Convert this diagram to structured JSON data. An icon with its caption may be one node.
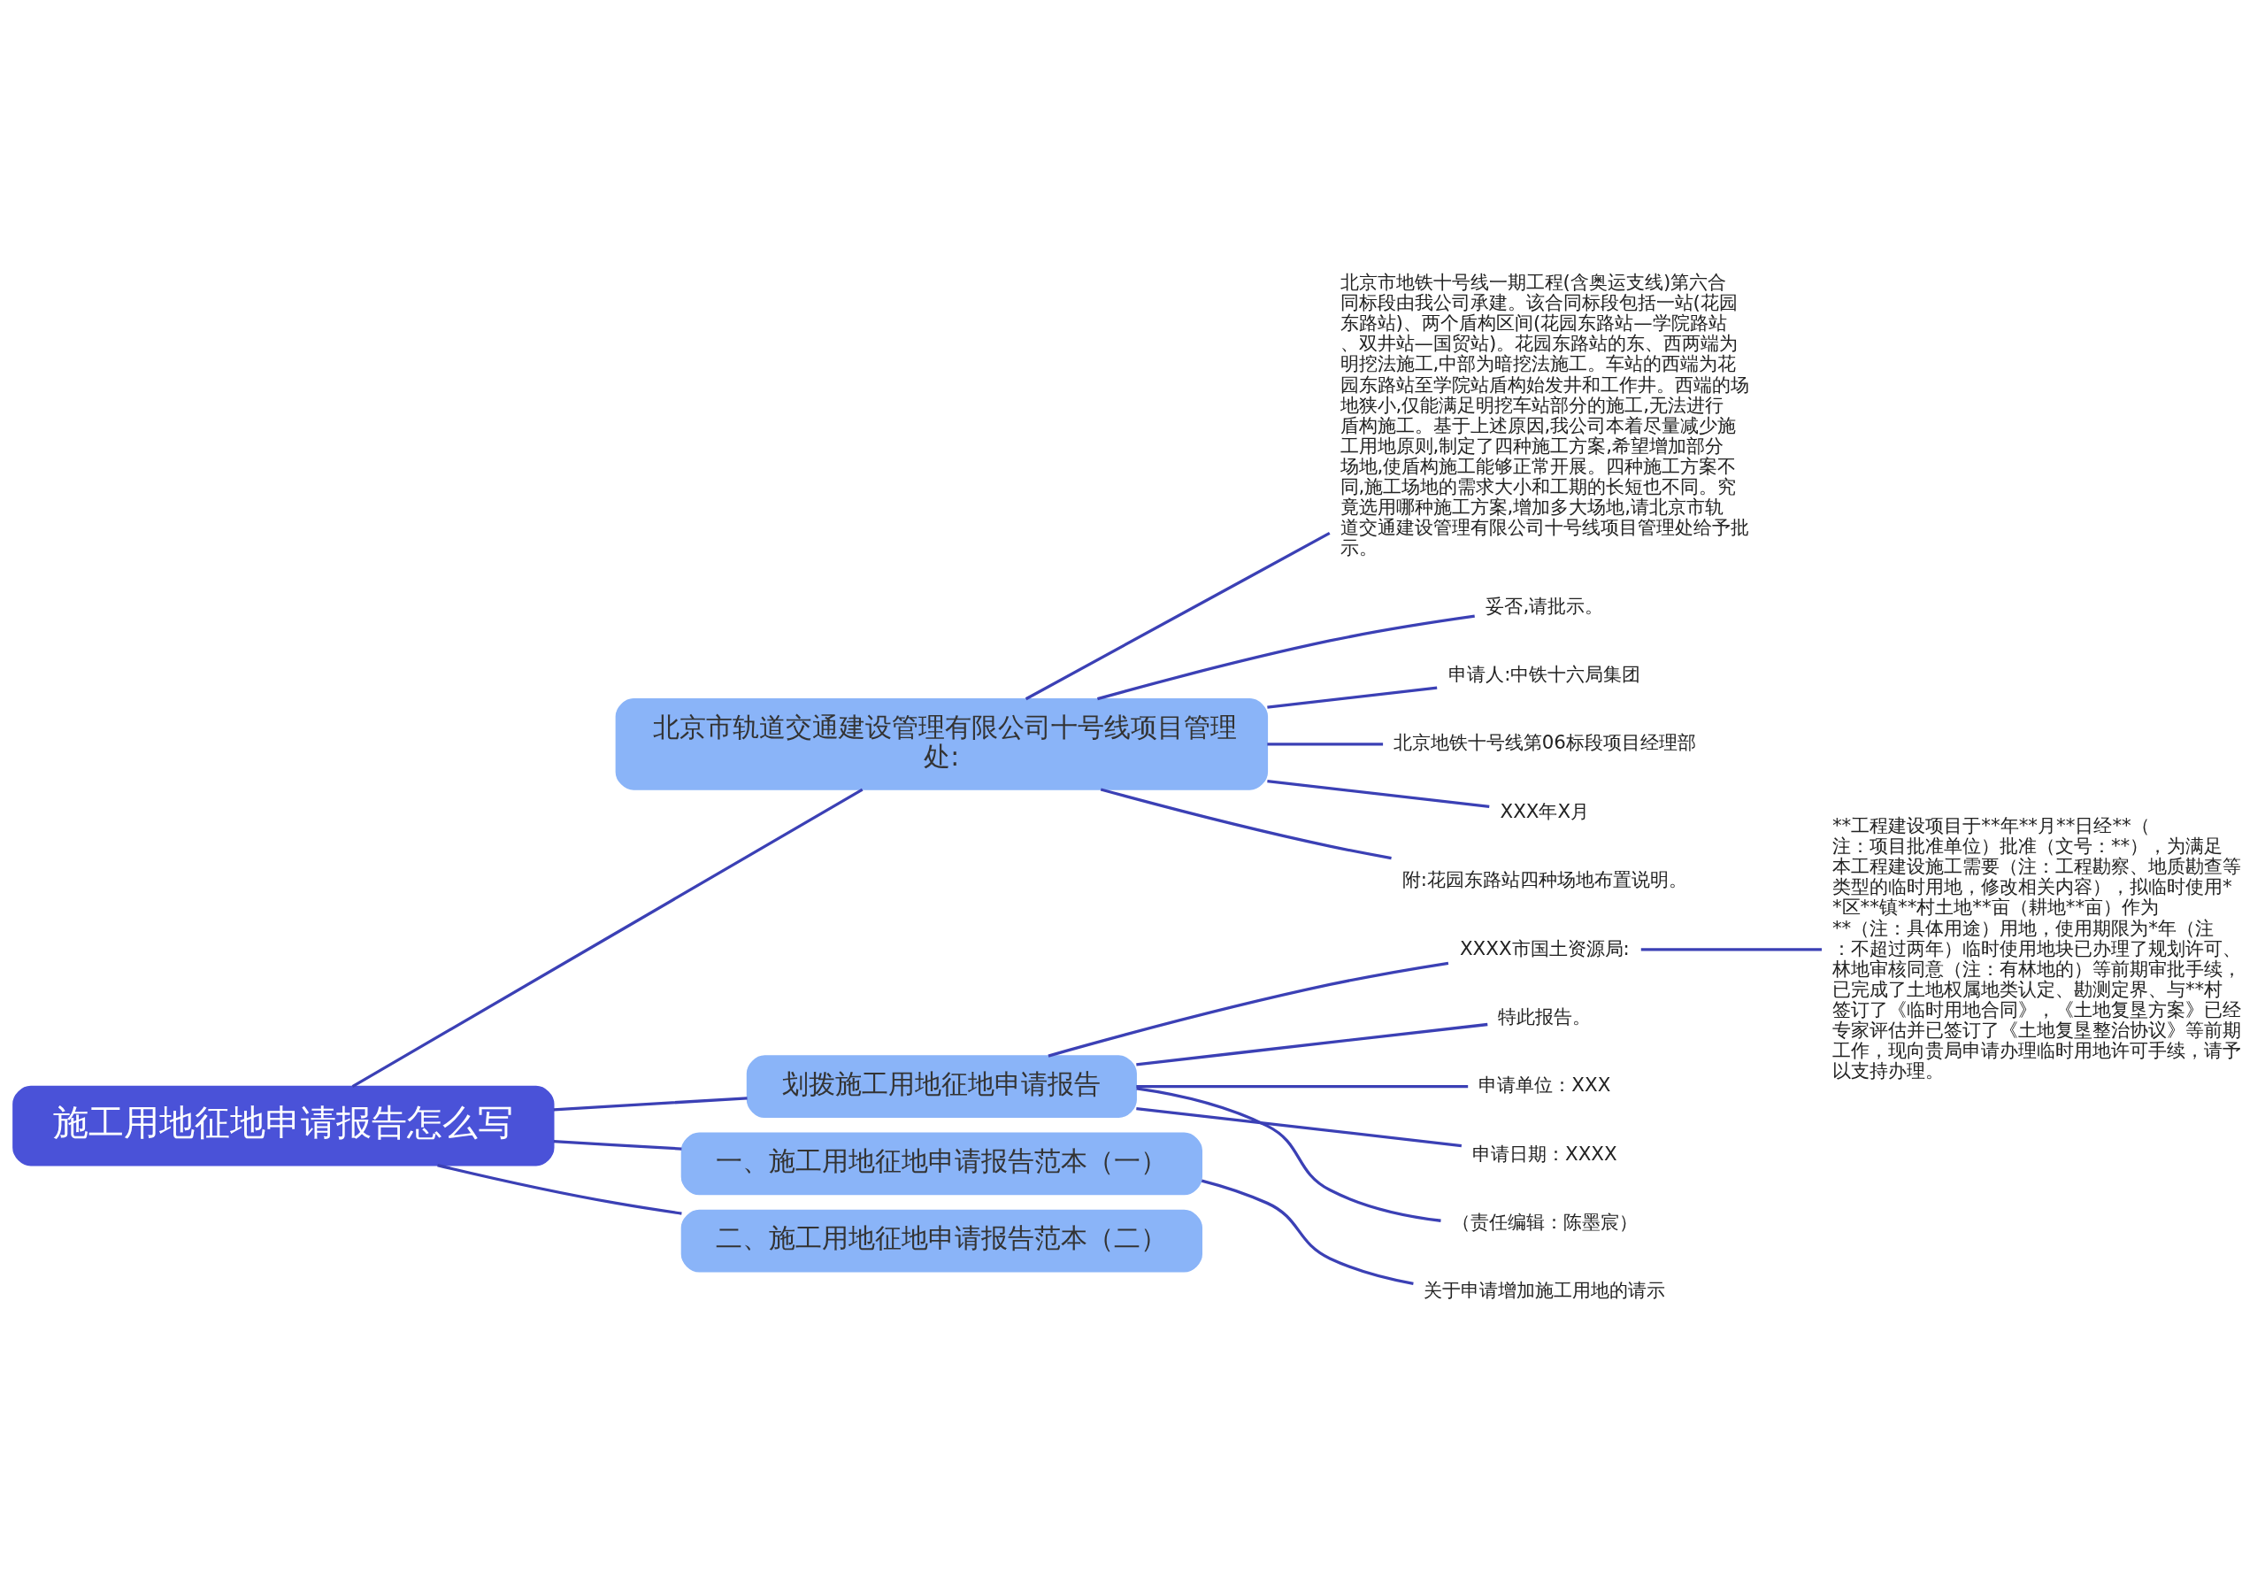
{
  "diagram": {
    "nodes": [
      {
        "text": [
          "施工用地征地申请报告怎么写"
        ]
      },
      {
        "text": [
          "北京市轨道交通建设管理有限公司十号线项目管理处:"
        ]
      },
      {
        "text": [
          "北京市地铁十号线一期工程(含奥运支线)第六合同标段由我公司承建。该合同标段包括一站(花园东路站)、两个盾构区间(花园东路站—学院路站、双井站—国贸站)。花园东路站的东、西两端为明挖法施工,中部为暗挖法施工。车站的西端为花园东路站至学院站盾构始发井和工作井。西端的场地狭小,仅能满足明挖车站部分的施工,无法进行盾构施工。基于上述原因,我公司本着尽量减少施工用地原则,制定了四种施工方案,希望增加部分场地,使盾构施工能够正常开展。四种施工方案不同,施工场地的需求大小和工期的长短也不同。究竟选用哪种施工方案,增加多大场地,请北京市轨道交通建设管理有限公司十号线项目管理处给予批示。"
        ]
      },
      {
        "text": [
          "妥否,请批示。"
        ]
      },
      {
        "text": [
          "申请人:中铁十六局集团"
        ]
      },
      {
        "text": [
          "北京地铁十号线第06标段项目经理部"
        ]
      },
      {
        "text": [
          "XXX年X月"
        ]
      },
      {
        "text": [
          "附:花园东路站四种场地布置说明。"
        ]
      },
      {
        "text": [
          "划拨施工用地征地申请报告"
        ]
      },
      {
        "text": [
          "XXXX市国土资源局:"
        ]
      },
      {
        "text": [
          "**工程建设项目于**年**月**日经**（注：项目批准单位）批准（文号：**），为满足本工程建设施工需要（注：工程勘察、地质勘查等类型的临时用地，修改相关内容），拟临时使用**区**镇**村土地**亩（耕地**亩）作为**（注：具体用途）用地，使用期限为*年（注：不超过两年）临时使用地块已办理了规划许可、林地审核同意（注：有林地的）等前期审批手续，已完成了土地权属地类认定、勘测定界、与**村签订了《临时用地合同》，《土地复垦方案》已经专家评估并已签订了《土地复垦整治协议》等前期工作，现向贵局申请办理临时用地许可手续，请予以支持办理。"
        ]
      },
      {
        "text": [
          "特此报告。"
        ]
      },
      {
        "text": [
          "申请单位：XXX"
        ]
      },
      {
        "text": [
          "申请日期：XXXX"
        ]
      },
      {
        "text": [
          "（责任编辑：陈墨宸）"
        ]
      },
      {
        "text": [
          "一、施工用地征地申请报告范本（一）"
        ]
      },
      {
        "text": [
          "关于申请增加施工用地的请示"
        ]
      },
      {
        "text": [
          "二、施工用地征地申请报告范本（二）"
        ]
      }
    ],
    "edges": [
      {
        "from": 0,
        "to": 1,
        "arrow": "none"
      },
      {
        "from": 1,
        "to": 2,
        "arrow": "none"
      },
      {
        "from": 1,
        "to": 3,
        "arrow": "none"
      },
      {
        "from": 1,
        "to": 4,
        "arrow": "none"
      },
      {
        "from": 1,
        "to": 5,
        "arrow": "none"
      },
      {
        "from": 1,
        "to": 6,
        "arrow": "none"
      },
      {
        "from": 1,
        "to": 7,
        "arrow": "none"
      },
      {
        "from": 0,
        "to": 8,
        "arrow": "none"
      },
      {
        "from": 8,
        "to": 9,
        "arrow": "none"
      },
      {
        "from": 9,
        "to": 10,
        "arrow": "none"
      },
      {
        "from": 8,
        "to": 11,
        "arrow": "none"
      },
      {
        "from": 8,
        "to": 12,
        "arrow": "none"
      },
      {
        "from": 8,
        "to": 13,
        "arrow": "none"
      },
      {
        "from": 8,
        "to": 14,
        "arrow": "none"
      },
      {
        "from": 0,
        "to": 15,
        "arrow": "none"
      },
      {
        "from": 15,
        "to": 16,
        "arrow": "none"
      },
      {
        "from": 0,
        "to": 17,
        "arrow": "none"
      }
    ]
  }
}
